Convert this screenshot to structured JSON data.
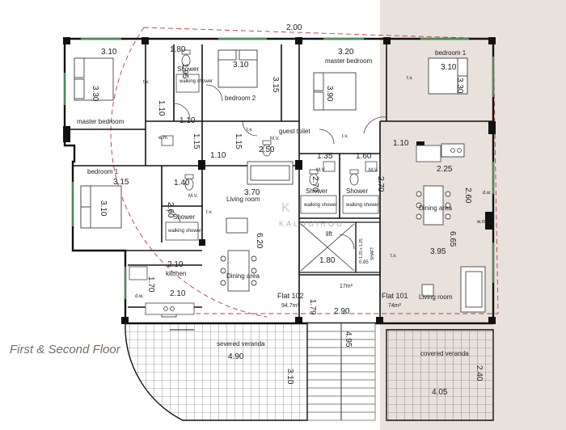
{
  "caption": "First & Second Floor",
  "logo": {
    "text": "KALOGIROU",
    "mark": "K"
  },
  "rooms": {
    "master_bedroom_left": "master bedroom",
    "bedroom_2": "bedroom 2",
    "shower_top": "Shower",
    "walking_shower_top": "walking shower",
    "guest_toilet": "guest toilet",
    "bedroom_1_left": "bedroom 1",
    "living_room_left": "Living room",
    "shower_left": "Shower",
    "walking_shower_left": "walking shower",
    "kitchen": "kitchen",
    "dining_area_left": "Dining area",
    "master_bedroom_mid": "master bedroom",
    "bedroom_1_right": "bedroom 1",
    "shower_mid_a": "Shower",
    "shower_mid_b": "Shower",
    "walking_shower_mid_a": "walking shower",
    "walking_shower_mid_b": "walking shower",
    "lift": "lift",
    "dining_area_right": "Dining area",
    "living_room_right": "Living room",
    "severed_veranda": "severed veranda",
    "covered_veranda": "covered veranda"
  },
  "flats": {
    "flat_102": {
      "name": "Flat 102",
      "area": "94.7m²"
    },
    "flat_101": {
      "name": "Flat 101",
      "area": "74m²"
    },
    "common_area": "17m²"
  },
  "fixtures": {
    "tv": "t.v.",
    "wm": "w.m.",
    "mv": "M.V.",
    "dw": "d.w.",
    "shaft": "SHAFT",
    "lift_dims": "1.25 x 1.25",
    "lift_dim_b": "0.85"
  },
  "dimensions": {
    "d_2_00": "2.00",
    "d_1_80_top": "1.80",
    "d_3_10_tl": "3.10",
    "d_3_10_b2": "3.10",
    "d_3_20": "3.20",
    "d_3_10_tr": "3.10",
    "d_3_30_l": "3.30",
    "d_1_95": "1.95",
    "d_3_15_v": "3.15",
    "d_3_90": "3.90",
    "d_3_30_r": "3.30",
    "d_1_10_a": "1.10",
    "d_1_10_b": "1.10",
    "d_1_15_a": "1.15",
    "d_1_10_c": "1.10",
    "d_1_15_b": "1.15",
    "d_2_50": "2.50",
    "d_1_35": "1.35",
    "d_1_60": "1.60",
    "d_1_10_d": "1.10",
    "d_3_15_h": "3.15",
    "d_3_10_v": "3.10",
    "d_1_40": "1.40",
    "d_2_60_l": "2.60",
    "d_3_70": "3.70",
    "d_2_70_a": "2.70",
    "d_2_70_b": "2.70",
    "d_2_25": "2.25",
    "d_2_60_r": "2.60",
    "d_6_20": "6.20",
    "d_6_65": "6.65",
    "d_2_10_a": "2.10",
    "d_1_70": "1.70",
    "d_1_80_lift": "1.80",
    "d_3_95": "3.95",
    "d_2_10_b": "2.10",
    "d_1_79": "1.79",
    "d_2_90": "2.90",
    "d_4_95": "4.95",
    "d_4_90": "4.90",
    "d_3_10_bot": "3.10",
    "d_2_40": "2.40",
    "d_4_05": "4.05"
  }
}
